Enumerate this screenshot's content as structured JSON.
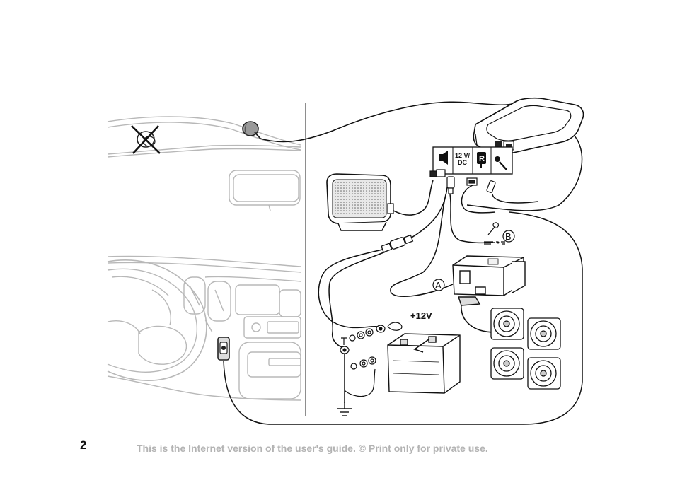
{
  "figure": {
    "port_labels": {
      "speaker": "speaker-icon",
      "power": "12 V/\nDC",
      "power_line1": "12 V/",
      "power_line2": "DC",
      "radio": "R",
      "mic": "microphone-icon"
    },
    "callouts": {
      "a": "A",
      "b": "B"
    },
    "voltage_label": "+12V"
  },
  "footer": {
    "page_number": "2",
    "note": "This is the Internet version of the user's guide. © Print only for private use."
  }
}
